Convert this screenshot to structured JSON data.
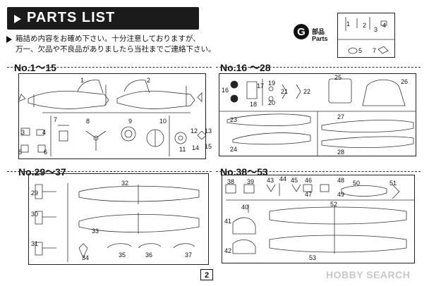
{
  "header": {
    "title": "PARTS LIST"
  },
  "notice": {
    "line1": "箱詰め内容をお確め下さい。十分注意しておりますが、",
    "line2": "万一、欠品や不良品がありましたら当社までご連絡下さい。"
  },
  "runner_g": {
    "letter": "G",
    "label_jp": "部品",
    "label_en": "Parts",
    "part_numbers": [
      "1",
      "2",
      "3",
      "4",
      "5",
      "7"
    ]
  },
  "sections": [
    {
      "title": "No.1～15",
      "part_numbers": [
        "1",
        "2",
        "3",
        "4",
        "5",
        "6",
        "7",
        "8",
        "9",
        "10",
        "11",
        "12",
        "13",
        "14",
        "15"
      ]
    },
    {
      "title": "No.16 ～28",
      "part_numbers": [
        "16",
        "17",
        "18",
        "19",
        "20",
        "21",
        "22",
        "23",
        "24",
        "25",
        "26",
        "27",
        "28"
      ]
    },
    {
      "title": "No.29～37",
      "part_numbers": [
        "29",
        "30",
        "31",
        "32",
        "33",
        "34",
        "35",
        "36",
        "37"
      ]
    },
    {
      "title": "No.38～53",
      "part_numbers": [
        "38",
        "39",
        "40",
        "41",
        "42",
        "43",
        "44",
        "45",
        "46",
        "47",
        "48",
        "49",
        "50",
        "51",
        "52",
        "53"
      ]
    }
  ],
  "page_number": "2",
  "watermark": "HOBBY SEARCH"
}
